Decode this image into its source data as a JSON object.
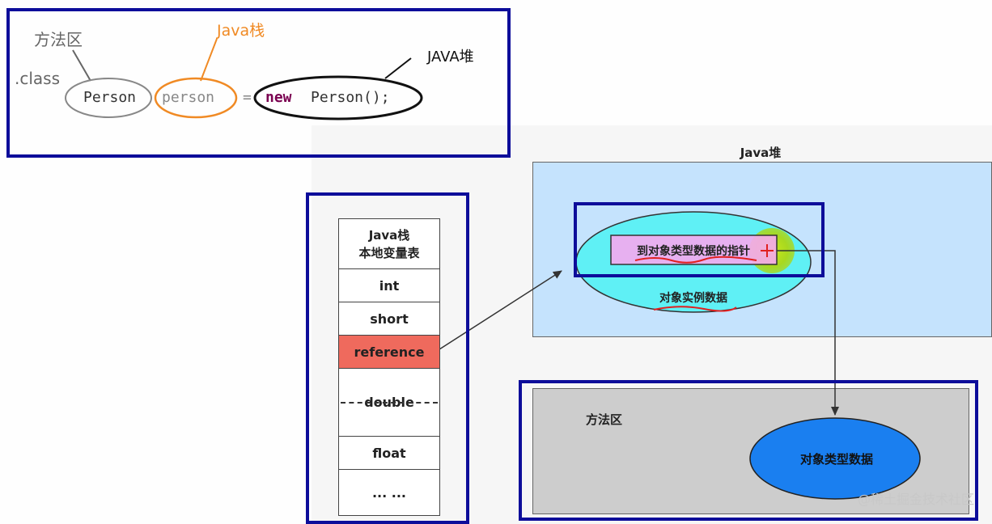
{
  "top_box": {
    "label_method_area": "方法区",
    "label_class": ".class",
    "label_java_stack": "Java栈",
    "label_java_heap": "JAVA堆",
    "code_class_name": "Person",
    "code_var_name": "person",
    "code_equals": "=",
    "code_new": "new",
    "code_ctor": "Person();"
  },
  "heap": {
    "title": "Java堆",
    "pointer_label": "到对象类型数据的指针",
    "instance_label": "对象实例数据"
  },
  "stack": {
    "header_line1": "Java栈",
    "header_line2": "本地变量表",
    "rows": [
      "int",
      "short",
      "reference",
      "double",
      "float",
      "... ..."
    ]
  },
  "method_area": {
    "title": "方法区",
    "type_data_label": "对象类型数据"
  },
  "watermark": "@稀土掘金技术社区",
  "colors": {
    "frame_blue": "#0d0d9a",
    "heap_bg": "#c5e3fd",
    "ellipse_cyan": "#5ff0f5",
    "pointer_bg": "#f6a8f0",
    "reference_bg": "#ef6a5d",
    "method_area_bg": "#cdcdcd",
    "type_data_blue": "#1a7ff0",
    "orange": "#f08a24"
  }
}
